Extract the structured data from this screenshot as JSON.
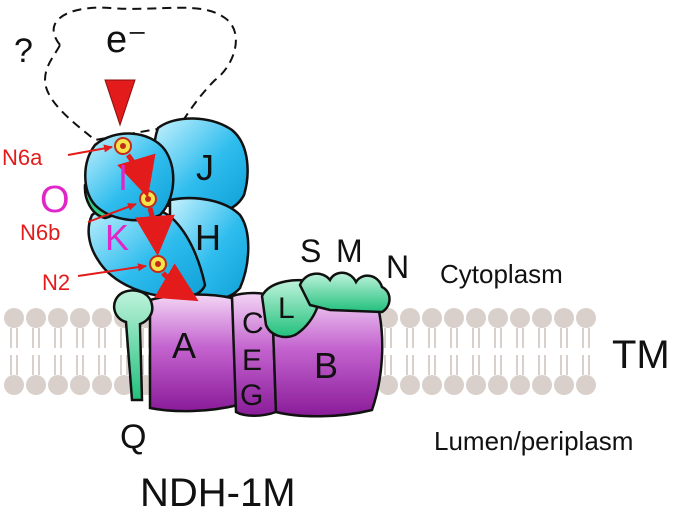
{
  "labels": {
    "question": "?",
    "electron": "e⁻",
    "subunits": {
      "I": "I",
      "J": "J",
      "O": "O",
      "K": "K",
      "H": "H",
      "A": "A",
      "C": "C",
      "E": "E",
      "G": "G",
      "L": "L",
      "B": "B",
      "S": "S",
      "M": "M",
      "N": "N",
      "Q": "Q"
    },
    "clusters": {
      "n6a": "N6a",
      "n6b": "N6b",
      "n2": "N2"
    },
    "cytoplasm": "Cytoplasm",
    "tm": "TM",
    "lumen": "Lumen/periplasm",
    "title": "NDH-1M"
  },
  "colors": {
    "cyan": "#1fb8ea",
    "cyan_light": "#9fe6f8",
    "purple": "#9b25a8",
    "purple_light": "#e7b8ec",
    "green": "#2fcf8a",
    "membrane": "#d9d0cb",
    "arrow_red": "#e31b1b",
    "label_red": "#e31b1b",
    "label_magenta": "#e026c8",
    "ink": "#111111"
  }
}
